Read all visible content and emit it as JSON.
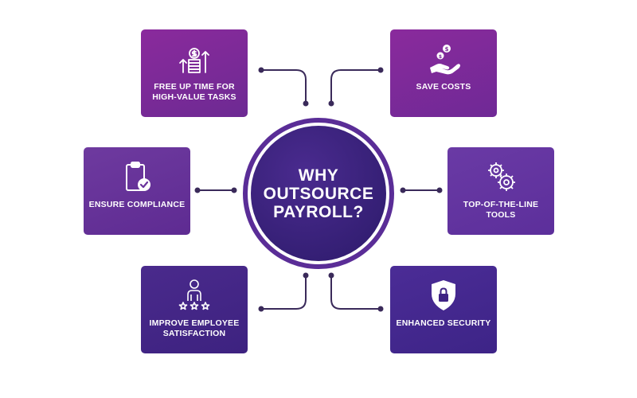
{
  "center": {
    "title": "WHY OUTSOURCE PAYROLL?"
  },
  "cards": {
    "free_up_time": {
      "label": "FREE UP TIME FOR HIGH-VALUE TASKS",
      "icon": "money-growth-icon"
    },
    "save_costs": {
      "label": "SAVE COSTS",
      "icon": "hand-coins-icon"
    },
    "compliance": {
      "label": "ENSURE COMPLIANCE",
      "icon": "clipboard-check-icon"
    },
    "tools": {
      "label": "TOP-OF-THE-LINE TOOLS",
      "icon": "gears-icon"
    },
    "employee": {
      "label": "IMPROVE EMPLOYEE SATISFACTION",
      "icon": "employee-stars-icon"
    },
    "security": {
      "label": "ENHANCED SECURITY",
      "icon": "shield-lock-icon"
    }
  },
  "colors": {
    "connector": "#3a2a5a",
    "ring": "#5a2d97",
    "center_fill": "#2c1a6a",
    "card_purple": "#7a2a98",
    "card_deep": "#3f2384"
  }
}
